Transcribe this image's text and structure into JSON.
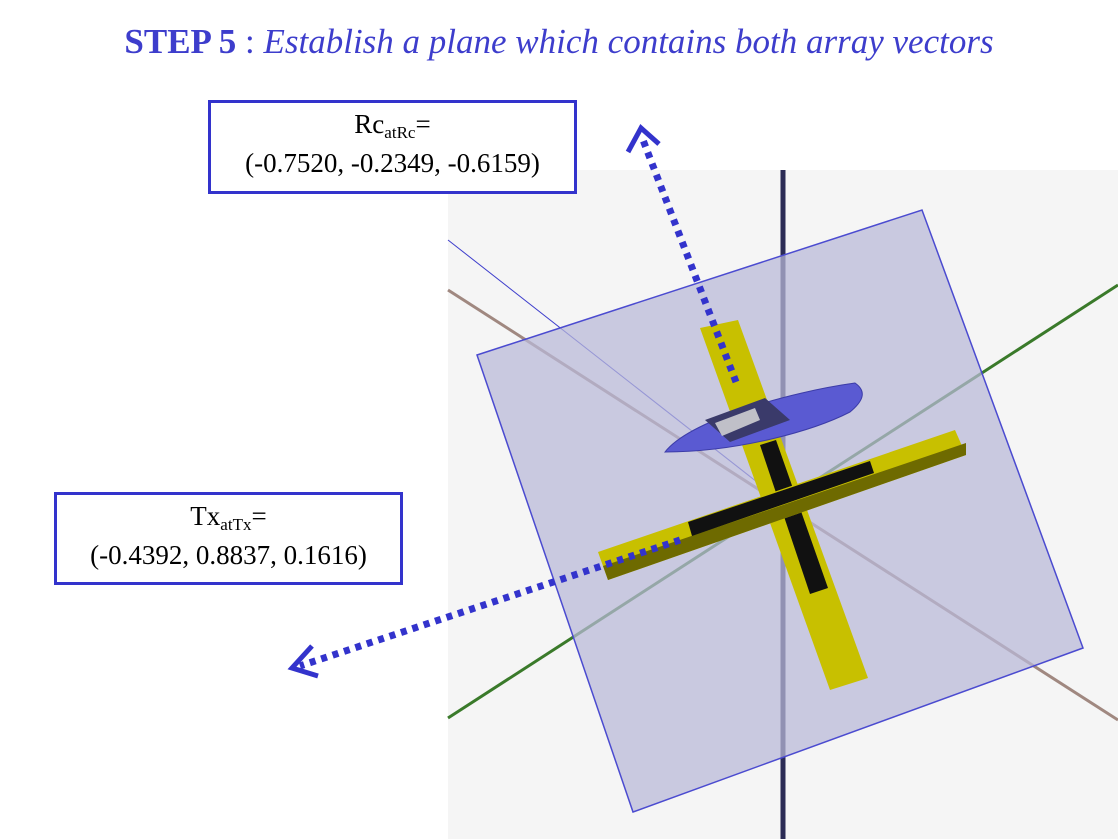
{
  "title": {
    "step": "STEP 5",
    "separator": " : ",
    "description": "Establish a plane which contains both array vectors"
  },
  "colors": {
    "accent": "#3d3dcc",
    "plane": "#c8c8dc",
    "array": "#c8c000",
    "axis_vertical": "#2b2b55",
    "axis_green": "#3a7a2a",
    "axis_brown": "#a08880"
  },
  "vectors": {
    "rc": {
      "base": "Rc",
      "subscript": "atRc",
      "suffix": "=",
      "value": "(-0.7520, -0.2349, -0.6159)"
    },
    "tx": {
      "base": "Tx",
      "subscript": "atTx",
      "suffix": "=",
      "value": "(-0.4392, 0.8837, 0.1616)"
    }
  }
}
